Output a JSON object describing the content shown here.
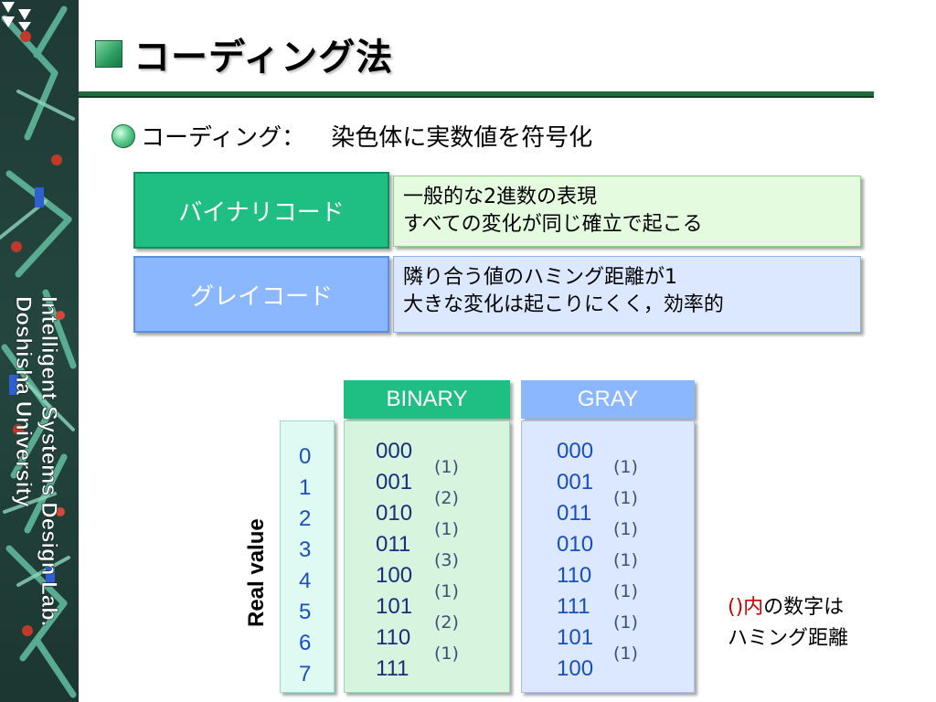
{
  "sidebar": {
    "lab_name": "Intelligent Systems Design Lab.",
    "university": "Doshisha University"
  },
  "title": "コーディング法",
  "bullet": {
    "label": "コーディング：",
    "text": "染色体に実数値を符号化"
  },
  "definitions": [
    {
      "label": "バイナリコード",
      "lines": [
        "一般的な2進数の表現",
        "すべての変化が同じ確立で起こる"
      ]
    },
    {
      "label": "グレイコード",
      "lines": [
        "隣り合う値のハミング距離が1",
        "大きな変化は起こりにくく，効率的"
      ]
    }
  ],
  "table": {
    "axis_label": "Real value",
    "binary_header": "BINARY",
    "gray_header": "GRAY",
    "real_values": [
      "0",
      "1",
      "2",
      "3",
      "4",
      "5",
      "6",
      "7"
    ],
    "binary_codes": [
      "000",
      "001",
      "010",
      "011",
      "100",
      "101",
      "110",
      "111"
    ],
    "binary_hamming": [
      "(1)",
      "(2)",
      "(1)",
      "(3)",
      "(1)",
      "(2)",
      "(1)"
    ],
    "gray_codes": [
      "000",
      "001",
      "011",
      "010",
      "110",
      "111",
      "101",
      "100"
    ],
    "gray_hamming": [
      "(1)",
      "(1)",
      "(1)",
      "(1)",
      "(1)",
      "(1)",
      "(1)"
    ]
  },
  "note": {
    "accent": "()内",
    "line1_rest": "の数字は",
    "line2": "ハミング距離"
  },
  "colors": {
    "binary": "#1fbf83",
    "gray": "#8ab7ff",
    "title_rule": "#1f6b3c"
  }
}
